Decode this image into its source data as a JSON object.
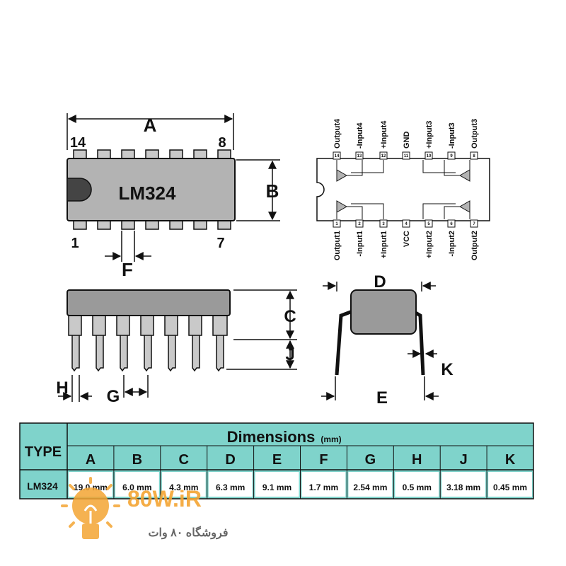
{
  "package": {
    "chip_label": "LM324",
    "pin_labels": {
      "top_left": "14",
      "top_right": "8",
      "bottom_left": "1",
      "bottom_right": "7"
    }
  },
  "dimension_labels": {
    "A": "A",
    "B": "B",
    "C": "C",
    "D": "D",
    "E": "E",
    "F": "F",
    "G": "G",
    "H": "H",
    "J": "J",
    "K": "K"
  },
  "pinout": {
    "top_pins": [
      {
        "num": "14",
        "name": "Output4"
      },
      {
        "num": "13",
        "name": "-Input4"
      },
      {
        "num": "12",
        "name": "+Input4"
      },
      {
        "num": "11",
        "name": "GND"
      },
      {
        "num": "10",
        "name": "+Input3"
      },
      {
        "num": "9",
        "name": "-Input3"
      },
      {
        "num": "8",
        "name": "Output3"
      }
    ],
    "bottom_pins": [
      {
        "num": "1",
        "name": "Output1"
      },
      {
        "num": "2",
        "name": "-Input1"
      },
      {
        "num": "3",
        "name": "+Input1"
      },
      {
        "num": "4",
        "name": "VCC"
      },
      {
        "num": "5",
        "name": "+Input2"
      },
      {
        "num": "6",
        "name": "-Input2"
      },
      {
        "num": "7",
        "name": "Output2"
      }
    ]
  },
  "table": {
    "type_header": "TYPE",
    "title": "Dimensions",
    "unit": "(mm)",
    "columns": [
      "A",
      "B",
      "C",
      "D",
      "E",
      "F",
      "G",
      "H",
      "J",
      "K"
    ],
    "row_type": "LM324",
    "values": [
      "19.0 mm",
      "6.0 mm",
      "4.3 mm",
      "6.3 mm",
      "9.1 mm",
      "1.7 mm",
      "2.54 mm",
      "0.5 mm",
      "3.18 mm",
      "0.45 mm"
    ]
  },
  "watermark": {
    "brand": "80W.iR",
    "subtitle": "فروشگاه ۸۰ وات"
  },
  "colors": {
    "table_bg": "#7fd3cb",
    "chip_fill": "#b3b3b3",
    "watermark_orange": "#f4a533"
  }
}
